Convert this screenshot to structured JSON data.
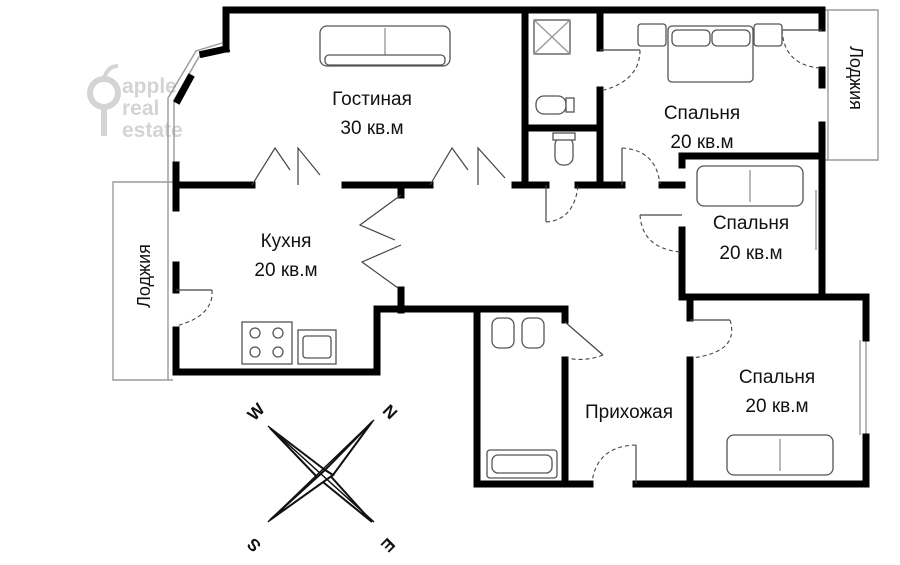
{
  "watermark": {
    "line1": "apple",
    "line2": "real",
    "line3": "estate"
  },
  "rooms": {
    "living": {
      "name": "Гостиная",
      "area": "30 кв.м"
    },
    "kitchen": {
      "name": "Кухня",
      "area": "20 кв.м"
    },
    "bedroom_top": {
      "name": "Спальня",
      "area": "20 кв.м"
    },
    "bedroom_middle": {
      "name": "Спальня",
      "area": "20 кв.м"
    },
    "bedroom_bottom": {
      "name": "Спальня",
      "area": "20 кв.м"
    },
    "hallway": {
      "name": "Прихожая"
    }
  },
  "logias": {
    "right": "Лоджия",
    "left": "Лоджия"
  },
  "compass": {
    "north": "N",
    "east": "E",
    "south": "S",
    "west": "W"
  },
  "colors": {
    "walls": "#000000",
    "watermark": "#d4d4d4"
  }
}
